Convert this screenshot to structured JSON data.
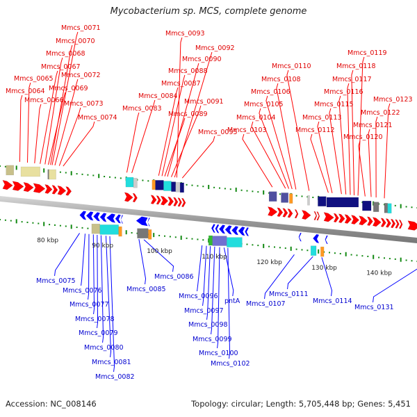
{
  "title": "Mycobacterium sp. MCS, complete genome",
  "footer": {
    "accession": "Accession: NC_008146",
    "summary": "Topology: circular; Length: 5,705,448 bp; Genes: 5,451"
  },
  "colors": {
    "forward_gene": "#ff0000",
    "reverse_gene": "#0000ff",
    "forward_label": "#e00000",
    "reverse_label": "#0000d0",
    "backbone": "#999999",
    "tick": "#118811",
    "cog_khaki": "#e8e0a0",
    "cog_olive": "#c8c08a",
    "cog_cyan": "#22dddd",
    "cog_navy": "#101080",
    "cog_slate": "#5050a0",
    "cog_purple": "#7070d0",
    "cog_gray": "#777777",
    "cog_lightgray": "#cccccc",
    "cog_orange": "#ff9922",
    "cog_green": "#33bb33"
  },
  "scale_labels": [
    {
      "kbp": 80,
      "text": "80 kbp"
    },
    {
      "kbp": 90,
      "text": "90 kbp"
    },
    {
      "kbp": 100,
      "text": "100 kbp"
    },
    {
      "kbp": 110,
      "text": "110 kbp"
    },
    {
      "kbp": 120,
      "text": "120 kbp"
    },
    {
      "kbp": 130,
      "text": "130 kbp"
    },
    {
      "kbp": 140,
      "text": "140 kbp"
    }
  ],
  "forward_labels": [
    {
      "text": "Mmcs_0071",
      "kbp": 81.5
    },
    {
      "text": "Mmcs_0070",
      "kbp": 81.2
    },
    {
      "text": "Mmcs_0068",
      "kbp": 80.2
    },
    {
      "text": "Mmcs_0067",
      "kbp": 79.3
    },
    {
      "text": "Mmcs_0065",
      "kbp": 77.0
    },
    {
      "text": "Mmcs_0072",
      "kbp": 82.0
    },
    {
      "text": "Mmcs_0064",
      "kbp": 75.6
    },
    {
      "text": "Mmcs_0069",
      "kbp": 80.8
    },
    {
      "text": "Mmcs_0066",
      "kbp": 78.3
    },
    {
      "text": "Mmcs_0073",
      "kbp": 82.8
    },
    {
      "text": "Mmcs_0074",
      "kbp": 83.5
    },
    {
      "text": "Mmcs_0093",
      "kbp": 104.2
    },
    {
      "text": "Mmcs_0092",
      "kbp": 103.8
    },
    {
      "text": "Mmcs_0090",
      "kbp": 102.5
    },
    {
      "text": "Mmcs_0088",
      "kbp": 101.5
    },
    {
      "text": "Mmcs_0087",
      "kbp": 100.9
    },
    {
      "text": "Mmcs_0084",
      "kbp": 96.0
    },
    {
      "text": "Mmcs_0091",
      "kbp": 103.2
    },
    {
      "text": "Mmcs_0083",
      "kbp": 95.1
    },
    {
      "text": "Mmcs_0089",
      "kbp": 102.0
    },
    {
      "text": "Mmcs_0095",
      "kbp": 105.2
    },
    {
      "text": "Mmcs_0119",
      "kbp": 137.2
    },
    {
      "text": "Mmcs_0110",
      "kbp": 128.3
    },
    {
      "text": "Mmcs_0118",
      "kbp": 136.5
    },
    {
      "text": "Mmcs_0108",
      "kbp": 125.9
    },
    {
      "text": "Mmcs_0117",
      "kbp": 135.8
    },
    {
      "text": "Mmcs_0106",
      "kbp": 125.2
    },
    {
      "text": "Mmcs_0116",
      "kbp": 135.0
    },
    {
      "text": "Mmcs_0123",
      "kbp": 142.0
    },
    {
      "text": "Mmcs_0105",
      "kbp": 124.6
    },
    {
      "text": "Mmcs_0115",
      "kbp": 134.2
    },
    {
      "text": "Mmcs_0104",
      "kbp": 124.0
    },
    {
      "text": "Mmcs_0113",
      "kbp": 132.5
    },
    {
      "text": "Mmcs_0122",
      "kbp": 140.5
    },
    {
      "text": "Mmcs_0103",
      "kbp": 121.6
    },
    {
      "text": "Mmcs_0112",
      "kbp": 131.8
    },
    {
      "text": "Mmcs_0121",
      "kbp": 139.6
    },
    {
      "text": "Mmcs_0120",
      "kbp": 138.5
    }
  ],
  "reverse_labels": [
    {
      "text": "Mmcs_0075",
      "kbp": 86.5
    },
    {
      "text": "Mmcs_0076",
      "kbp": 87.5
    },
    {
      "text": "Mmcs_0077",
      "kbp": 88.2
    },
    {
      "text": "Mmcs_0078",
      "kbp": 89.0
    },
    {
      "text": "Mmcs_0079",
      "kbp": 89.7
    },
    {
      "text": "Mmcs_0080",
      "kbp": 90.4
    },
    {
      "text": "Mmcs_0081",
      "kbp": 91.3
    },
    {
      "text": "Mmcs_0082",
      "kbp": 92.0
    },
    {
      "text": "Mmcs_0086",
      "kbp": 98.2
    },
    {
      "text": "Mmcs_0085",
      "kbp": 97.3
    },
    {
      "text": "Mmcs_0096",
      "kbp": 108.8
    },
    {
      "text": "Mmcs_0097",
      "kbp": 109.6
    },
    {
      "text": "Mmcs_0098",
      "kbp": 110.3
    },
    {
      "text": "Mmcs_0099",
      "kbp": 111.1
    },
    {
      "text": "Mmcs_0100",
      "kbp": 112.0
    },
    {
      "text": "pntA",
      "kbp": 112.8
    },
    {
      "text": "Mmcs_0102",
      "kbp": 113.5
    },
    {
      "text": "Mmcs_0107",
      "kbp": 125.6
    },
    {
      "text": "Mmcs_0111",
      "kbp": 129.0
    },
    {
      "text": "Mmcs_0114",
      "kbp": 130.6
    },
    {
      "text": "Mmcs_0131",
      "kbp": 148.5
    }
  ],
  "forward_genes": [
    {
      "start": 72.5,
      "end": 74.3
    },
    {
      "start": 74.3,
      "end": 76.3
    },
    {
      "start": 76.3,
      "end": 78.1
    },
    {
      "start": 78.1,
      "end": 80.2
    },
    {
      "start": 80.2,
      "end": 81.5
    },
    {
      "start": 81.5,
      "end": 82.5
    },
    {
      "start": 82.5,
      "end": 84.0
    },
    {
      "start": 84.0,
      "end": 85.0
    },
    {
      "start": 94.7,
      "end": 96.2
    },
    {
      "start": 96.2,
      "end": 97.0
    },
    {
      "start": 99.5,
      "end": 100.5
    },
    {
      "start": 100.5,
      "end": 101.3
    },
    {
      "start": 101.3,
      "end": 102.6
    },
    {
      "start": 102.6,
      "end": 103.6
    },
    {
      "start": 103.6,
      "end": 104.4
    },
    {
      "start": 104.4,
      "end": 105.1
    },
    {
      "start": 105.1,
      "end": 105.8
    },
    {
      "start": 120.8,
      "end": 122.5
    },
    {
      "start": 122.5,
      "end": 123.5
    },
    {
      "start": 123.5,
      "end": 124.4
    },
    {
      "start": 124.4,
      "end": 125.3
    },
    {
      "start": 125.7,
      "end": 126.3
    },
    {
      "start": 127.0,
      "end": 128.6
    },
    {
      "start": 129.2,
      "end": 129.7
    },
    {
      "start": 129.7,
      "end": 130.2
    },
    {
      "start": 131.0,
      "end": 132.8
    },
    {
      "start": 132.8,
      "end": 133.7
    },
    {
      "start": 133.7,
      "end": 134.8
    },
    {
      "start": 134.8,
      "end": 136.0
    },
    {
      "start": 136.0,
      "end": 137.4
    },
    {
      "start": 137.4,
      "end": 138.9
    },
    {
      "start": 138.9,
      "end": 139.9
    },
    {
      "start": 139.9,
      "end": 141.4
    },
    {
      "start": 141.4,
      "end": 142.3
    },
    {
      "start": 142.3,
      "end": 143.2
    },
    {
      "start": 143.2,
      "end": 144.0
    },
    {
      "start": 144.0,
      "end": 144.7
    },
    {
      "start": 144.7,
      "end": 145.3
    },
    {
      "start": 146.3,
      "end": 148.5
    }
  ],
  "reverse_genes": [
    {
      "start": 86.5,
      "end": 87.7
    },
    {
      "start": 87.7,
      "end": 89.0
    },
    {
      "start": 89.0,
      "end": 90.2
    },
    {
      "start": 90.2,
      "end": 91.4
    },
    {
      "start": 91.4,
      "end": 93.0
    },
    {
      "start": 93.0,
      "end": 94.0
    },
    {
      "start": 94.0,
      "end": 94.4
    },
    {
      "start": 96.8,
      "end": 98.9
    },
    {
      "start": 98.9,
      "end": 99.3
    },
    {
      "start": 110.5,
      "end": 111.2
    },
    {
      "start": 111.2,
      "end": 111.9
    },
    {
      "start": 111.9,
      "end": 113.0
    },
    {
      "start": 113.0,
      "end": 114.2
    },
    {
      "start": 114.2,
      "end": 115.4
    },
    {
      "start": 115.4,
      "end": 116.6
    },
    {
      "start": 116.6,
      "end": 117.3
    },
    {
      "start": 126.4,
      "end": 126.9
    },
    {
      "start": 129.0,
      "end": 130.1
    },
    {
      "start": 131.2,
      "end": 131.7
    },
    {
      "start": 148.8,
      "end": 150.5
    }
  ],
  "forward_cog": [
    {
      "start": 73.1,
      "end": 74.5,
      "color": "cog_olive"
    },
    {
      "start": 75.8,
      "end": 79.3,
      "color": "cog_khaki"
    },
    {
      "start": 80.7,
      "end": 80.9,
      "color": "cog_gray"
    },
    {
      "start": 80.9,
      "end": 82.2,
      "color": "cog_khaki"
    },
    {
      "start": 94.9,
      "end": 96.3,
      "color": "cog_cyan"
    },
    {
      "start": 96.3,
      "end": 97.0,
      "color": "cog_lightgray"
    },
    {
      "start": 99.7,
      "end": 100.3,
      "color": "cog_orange"
    },
    {
      "start": 100.3,
      "end": 101.8,
      "color": "cog_navy"
    },
    {
      "start": 101.8,
      "end": 103.2,
      "color": "cog_cyan"
    },
    {
      "start": 103.2,
      "end": 104.0,
      "color": "cog_navy"
    },
    {
      "start": 104.0,
      "end": 104.8,
      "color": "cog_lightgray"
    },
    {
      "start": 104.8,
      "end": 105.5,
      "color": "cog_navy"
    },
    {
      "start": 121.0,
      "end": 122.4,
      "color": "cog_slate"
    },
    {
      "start": 123.2,
      "end": 124.5,
      "color": "cog_slate"
    },
    {
      "start": 124.7,
      "end": 125.3,
      "color": "cog_orange"
    },
    {
      "start": 128.0,
      "end": 128.4,
      "color": "cog_lightgray"
    },
    {
      "start": 129.9,
      "end": 131.4,
      "color": "cog_navy"
    },
    {
      "start": 131.5,
      "end": 137.3,
      "color": "cog_navy"
    },
    {
      "start": 138.0,
      "end": 139.6,
      "color": "cog_navy"
    },
    {
      "start": 140.0,
      "end": 141.0,
      "color": "cog_gray"
    },
    {
      "start": 142.0,
      "end": 142.6,
      "color": "cog_gray"
    },
    {
      "start": 142.6,
      "end": 143.3,
      "color": "cog_cyan"
    }
  ],
  "reverse_cog": [
    {
      "start": 88.7,
      "end": 90.2,
      "color": "cog_olive"
    },
    {
      "start": 90.2,
      "end": 93.6,
      "color": "cog_cyan"
    },
    {
      "start": 93.6,
      "end": 94.2,
      "color": "cog_orange"
    },
    {
      "start": 97.0,
      "end": 99.0,
      "color": "cog_gray"
    },
    {
      "start": 99.0,
      "end": 99.6,
      "color": "cog_orange"
    },
    {
      "start": 110.0,
      "end": 110.7,
      "color": "cog_green"
    },
    {
      "start": 110.7,
      "end": 113.3,
      "color": "cog_purple"
    },
    {
      "start": 113.3,
      "end": 116.1,
      "color": "cog_cyan"
    },
    {
      "start": 128.6,
      "end": 129.6,
      "color": "cog_cyan"
    },
    {
      "start": 130.4,
      "end": 131.0,
      "color": "cog_orange"
    }
  ]
}
